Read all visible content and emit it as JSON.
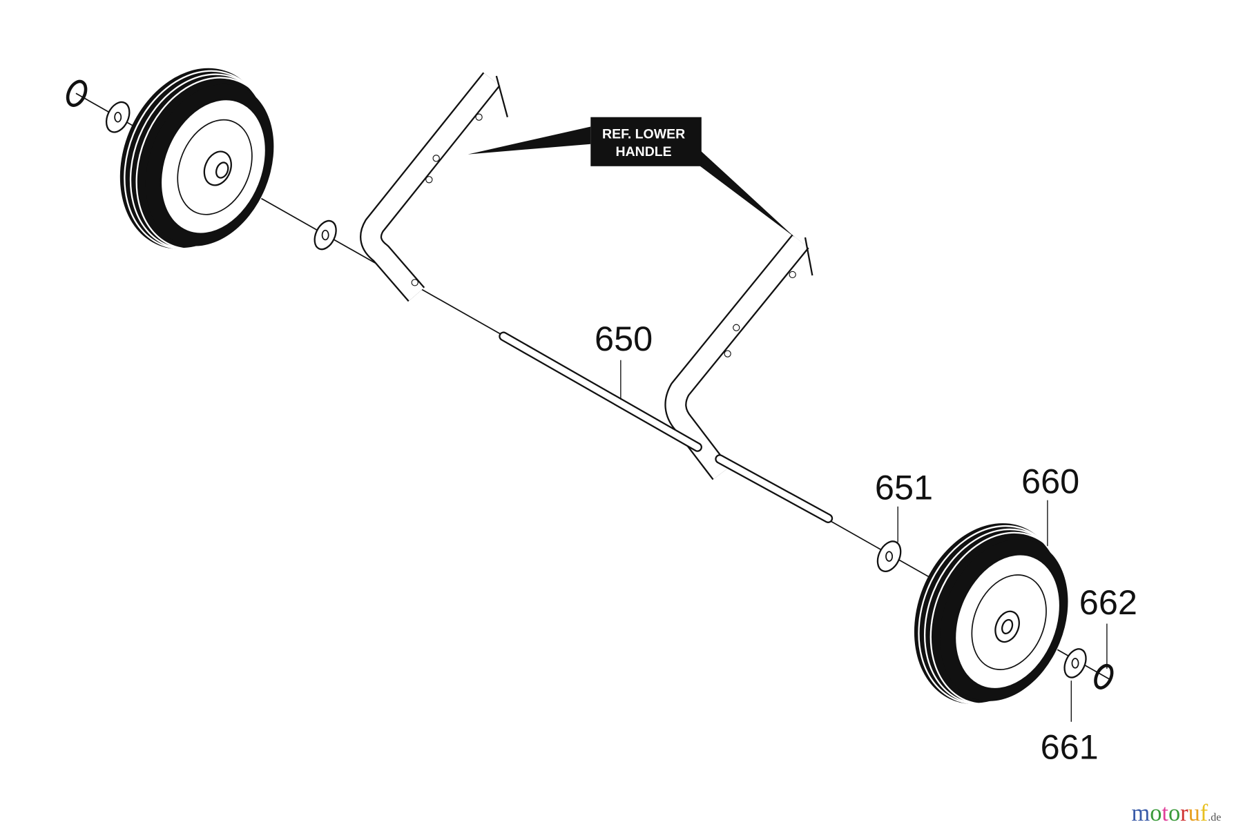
{
  "diagram": {
    "callout": {
      "line1": "REF. LOWER",
      "line2": "HANDLE"
    },
    "part_labels": {
      "axle": "650",
      "washer": "651",
      "wheel": "660",
      "hub_washer": "661",
      "push_nut": "662"
    }
  },
  "watermark": {
    "name": "motoruf",
    "tld": ".de",
    "colors": [
      "#3a5ba8",
      "#3a9a3a",
      "#e0409a",
      "#3a9a3a",
      "#d03030",
      "#e8a020",
      "#e8c020"
    ]
  }
}
